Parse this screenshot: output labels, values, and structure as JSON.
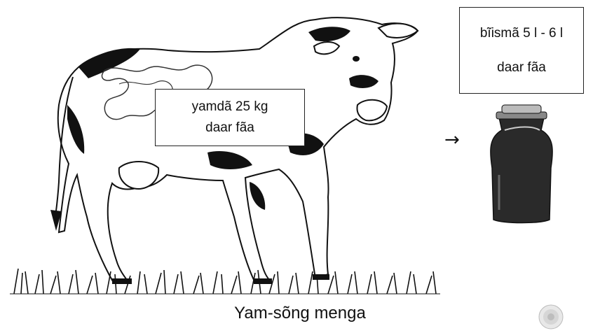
{
  "stomach_label": {
    "line1": "yamdã 25 kg",
    "line2": "daar fãa"
  },
  "milk_label": {
    "line1": "bĩismã 5 l - 6 l",
    "line2": "daar fãa"
  },
  "arrow": "→",
  "caption": "Yam-sõng menga"
}
